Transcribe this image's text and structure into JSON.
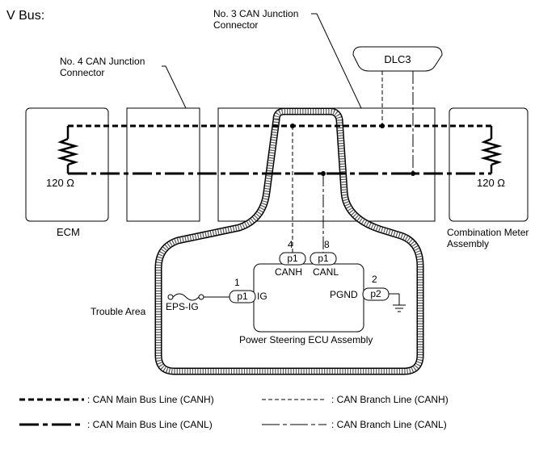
{
  "title": "V Bus:",
  "labels": {
    "no4_line1": "No. 4 CAN Junction",
    "no4_line2": "Connector",
    "no3_line1": "No. 3 CAN Junction",
    "no3_line2": "Connector",
    "dlc3": "DLC3",
    "ecm": "ECM",
    "meter_line1": "Combination Meter",
    "meter_line2": "Assembly",
    "res_left": "120 Ω",
    "res_right": "120 Ω",
    "pin4": "4",
    "pin8": "8",
    "pin1": "1",
    "pin2": "2",
    "p1_canh": "p1",
    "p1_canl": "p1",
    "p1_ig": "p1",
    "p2_pgnd": "p2",
    "canh": "CANH",
    "canl": "CANL",
    "ig": "IG",
    "pgnd": "PGND",
    "eps_ig": "EPS-IG",
    "trouble_area": "Trouble Area",
    "ecu": "Power Steering ECU Assembly"
  },
  "legend": [
    {
      "label": ": CAN Main Bus Line (CANH)"
    },
    {
      "label": ": CAN Branch Line (CANH)"
    },
    {
      "label": ": CAN Main Bus Line (CANL)"
    },
    {
      "label": ": CAN Branch Line (CANL)"
    }
  ]
}
